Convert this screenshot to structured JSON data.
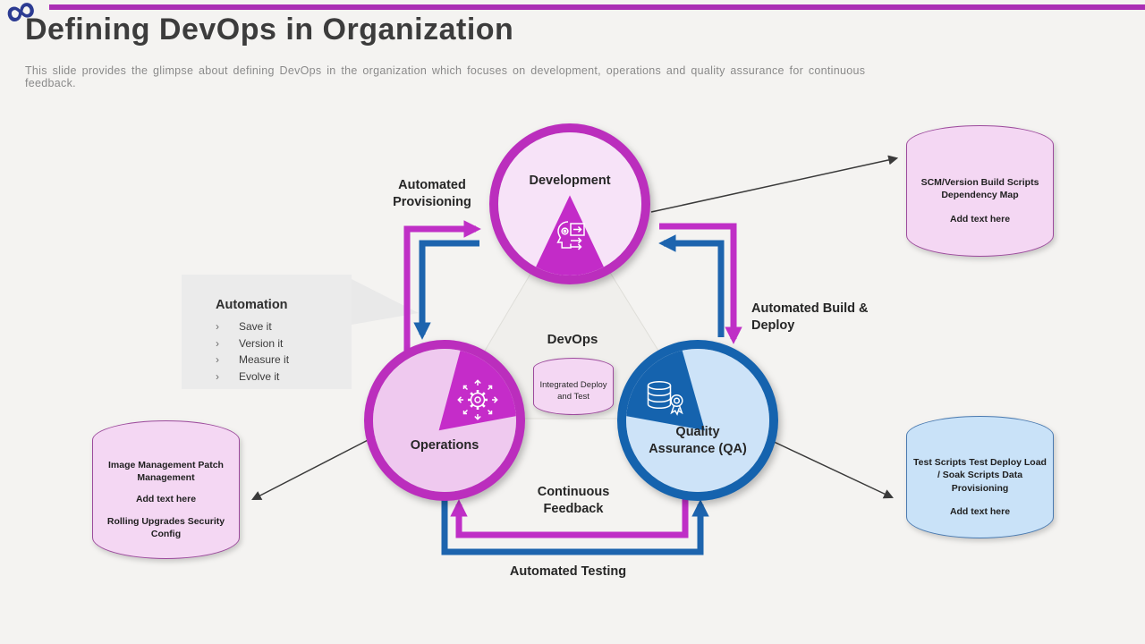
{
  "slide": {
    "title": "Defining DevOps in Organization",
    "subtitle": "This slide provides  the glimpse about defining DevOps in the organization which focuses on development,  operations and quality assurance for continuous feedback.",
    "logo_glyph": "∞"
  },
  "colors": {
    "accent_bar": "#aa2eb4",
    "magenta_ring": "#bb2ebd",
    "magenta_wedge": "#c32bc8",
    "pink_fill_light": "#f7e3f8",
    "pink_fill_deep": "#efc9ef",
    "blue_ring": "#1563ae",
    "blue_fill": "#cde3f8",
    "arrow_magenta": "#bf2fc6",
    "arrow_blue": "#1d64ae",
    "arrow_black": "#3a3a3a",
    "callout_gray": "#ebebeb"
  },
  "circles": {
    "development": {
      "label": "Development",
      "icon": "head-automation-icon"
    },
    "operations": {
      "label": "Operations",
      "icon": "gear-arrows-icon"
    },
    "qa": {
      "label_line1": "Quality",
      "label_line2": "Assurance (QA)",
      "icon": "database-award-icon"
    }
  },
  "center": {
    "devops_label": "DevOps",
    "cylinder_line1": "Integrated Deploy",
    "cylinder_line2": "and Test"
  },
  "automation_box": {
    "title": "Automation",
    "bullet": "›",
    "items": [
      "Save it",
      "Version it",
      "Measure it",
      "Evolve it"
    ]
  },
  "flow_labels": {
    "automated_provisioning": "Automated Provisioning",
    "automated_build_deploy": "Automated Build & Deploy",
    "continuous_feedback": "Continuous Feedback",
    "automated_testing": "Automated Testing"
  },
  "cylinders": {
    "scm": {
      "lines": [
        "SCM/Version Build Scripts Dependency Map",
        "Add text here"
      ]
    },
    "test": {
      "lines": [
        "Test Scripts Test Deploy Load / Soak Scripts Data Provisioning",
        "Add text here"
      ]
    },
    "ops": {
      "lines": [
        "Image Management Patch Management",
        "Add text here",
        "Rolling Upgrades Security Config"
      ]
    }
  }
}
